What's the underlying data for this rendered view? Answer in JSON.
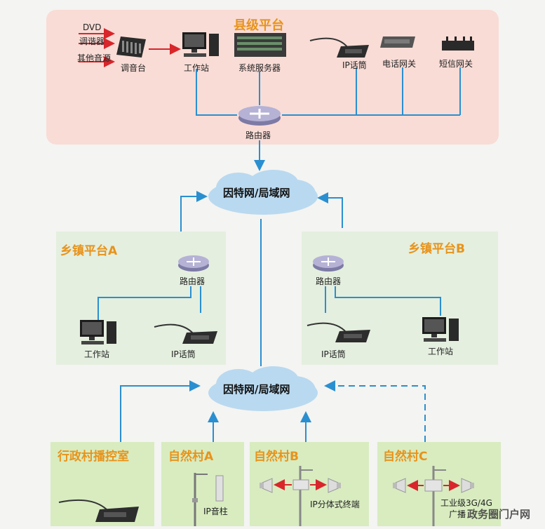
{
  "county": {
    "title": "县级平台",
    "inputs": [
      "DVD",
      "调谐器",
      "其他音源"
    ],
    "devices": {
      "mixer": "调音台",
      "workstation": "工作站",
      "server": "系统服务器",
      "ip_mic": "IP话筒",
      "phone_gw": "电话网关",
      "sms_gw": "短信网关",
      "router": "路由器"
    }
  },
  "network_top": "因特网/局域网",
  "network_bottom": "因特网/局域网",
  "town_a": {
    "title": "乡镇平台A",
    "router": "路由器",
    "workstation": "工作站",
    "ip_mic": "IP话筒"
  },
  "town_b": {
    "title": "乡镇平台B",
    "router": "路由器",
    "workstation": "工作站",
    "ip_mic": "IP话筒"
  },
  "villages": {
    "control": {
      "title": "行政村播控室"
    },
    "a": {
      "title": "自然村A",
      "device": "IP音柱"
    },
    "b": {
      "title": "自然村B",
      "device": "IP分体式终端"
    },
    "c": {
      "title": "自然村C",
      "device": "工业级3G/4G",
      "device2": "广播"
    }
  },
  "watermark": "政务圈门户网",
  "colors": {
    "line": "#2a8fd0",
    "arrow_red": "#d8262b",
    "title": "#e8931b"
  }
}
